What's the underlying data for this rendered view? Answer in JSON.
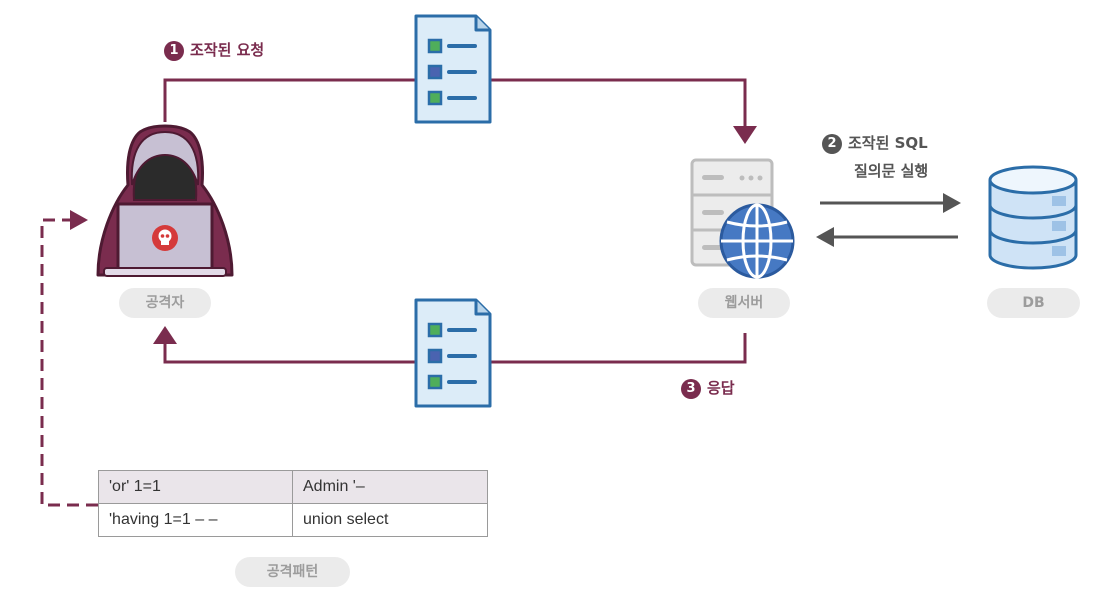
{
  "nodes": {
    "attacker": "공격자",
    "webserver": "웹서버",
    "db": "DB"
  },
  "steps": {
    "step1": {
      "num": "1",
      "label": "조작된 요청"
    },
    "step2": {
      "num": "2",
      "label_line1": "조작된 SQL",
      "label_line2": "질의문 실행"
    },
    "step3": {
      "num": "3",
      "label": "응답"
    }
  },
  "patterns": {
    "caption": "공격패턴",
    "rows": [
      [
        "'or' 1=1",
        "Admin '–"
      ],
      [
        "'having 1=1 – –",
        "union select"
      ]
    ]
  },
  "colors": {
    "maroon": "#7a2c4e",
    "arrow_gray": "#555555",
    "doc_blue": "#2b6da8",
    "doc_fill": "#dcecf8",
    "hood_dark": "#7a2c4e",
    "pill_bg": "#ebebeb",
    "pill_text": "#9c9c9c"
  },
  "icons": {
    "attacker": "hooded-hacker-icon",
    "webserver": "server-globe-icon",
    "db": "database-icon",
    "request_doc": "document-icon",
    "response_doc": "document-icon"
  }
}
